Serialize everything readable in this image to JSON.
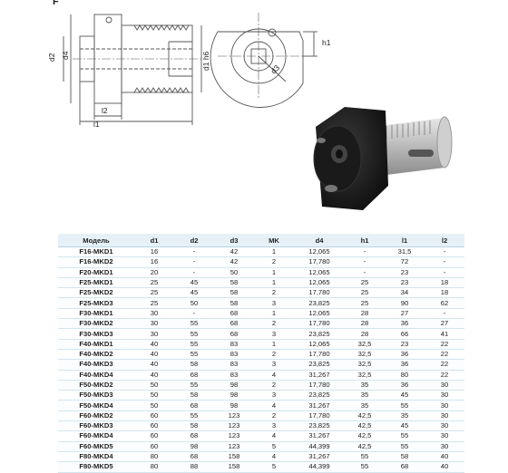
{
  "corner_letter": "F",
  "drawing": {
    "dim_d2": "d2",
    "dim_d4": "d4",
    "dim_d1h6": "d1 h6",
    "dim_l2": "l2",
    "dim_l1": "l1",
    "dim_h1": "h1",
    "dim_d3": "d3"
  },
  "colors": {
    "header_bg": "#e6f1f7",
    "row_line": "#d3e5ee",
    "line_art": "#555555"
  },
  "table": {
    "headers": [
      "Модель",
      "d1",
      "d2",
      "d3",
      "MK",
      "d4",
      "h1",
      "l1",
      "l2"
    ],
    "rows": [
      [
        "F16-MKD1",
        "16",
        "-",
        "42",
        "1",
        "12,065",
        "-",
        "31,5",
        "-"
      ],
      [
        "F16-MKD2",
        "16",
        "-",
        "42",
        "2",
        "17,780",
        "-",
        "72",
        "-"
      ],
      [
        "F20-MKD1",
        "20",
        "-",
        "50",
        "1",
        "12,065",
        "-",
        "23",
        "-"
      ],
      [
        "F25-MKD1",
        "25",
        "45",
        "58",
        "1",
        "12,065",
        "25",
        "23",
        "18"
      ],
      [
        "F25-MKD2",
        "25",
        "45",
        "58",
        "2",
        "17,780",
        "25",
        "34",
        "18"
      ],
      [
        "F25-MKD3",
        "25",
        "50",
        "58",
        "3",
        "23,825",
        "25",
        "90",
        "62"
      ],
      [
        "F30-MKD1",
        "30",
        "-",
        "68",
        "1",
        "12,065",
        "28",
        "27",
        "-"
      ],
      [
        "F30-MKD2",
        "30",
        "55",
        "68",
        "2",
        "17,780",
        "28",
        "36",
        "27"
      ],
      [
        "F30-MKD3",
        "30",
        "55",
        "68",
        "3",
        "23,825",
        "28",
        "66",
        "41"
      ],
      [
        "F40-MKD1",
        "40",
        "55",
        "83",
        "1",
        "12,065",
        "32,5",
        "23",
        "22"
      ],
      [
        "F40-MKD2",
        "40",
        "55",
        "83",
        "2",
        "17,780",
        "32,5",
        "36",
        "22"
      ],
      [
        "F40-MKD3",
        "40",
        "58",
        "83",
        "3",
        "23,825",
        "32,5",
        "36",
        "22"
      ],
      [
        "F40-MKD4",
        "40",
        "68",
        "83",
        "4",
        "31,267",
        "32,5",
        "80",
        "22"
      ],
      [
        "F50-MKD2",
        "50",
        "55",
        "98",
        "2",
        "17,780",
        "35",
        "36",
        "30"
      ],
      [
        "F50-MKD3",
        "50",
        "58",
        "98",
        "3",
        "23,825",
        "35",
        "45",
        "30"
      ],
      [
        "F50-MKD4",
        "50",
        "68",
        "98",
        "4",
        "31,267",
        "35",
        "55",
        "30"
      ],
      [
        "F60-MKD2",
        "60",
        "55",
        "123",
        "2",
        "17,780",
        "42,5",
        "35",
        "30"
      ],
      [
        "F60-MKD3",
        "60",
        "58",
        "123",
        "3",
        "23,825",
        "42,5",
        "45",
        "30"
      ],
      [
        "F60-MKD4",
        "60",
        "68",
        "123",
        "4",
        "31,267",
        "42,5",
        "55",
        "30"
      ],
      [
        "F60-MKD5",
        "60",
        "98",
        "123",
        "5",
        "44,399",
        "42,5",
        "55",
        "30"
      ],
      [
        "F80-MKD4",
        "80",
        "68",
        "158",
        "4",
        "31,267",
        "55",
        "58",
        "40"
      ],
      [
        "F80-MKD5",
        "80",
        "88",
        "158",
        "5",
        "44,399",
        "55",
        "68",
        "40"
      ]
    ]
  }
}
